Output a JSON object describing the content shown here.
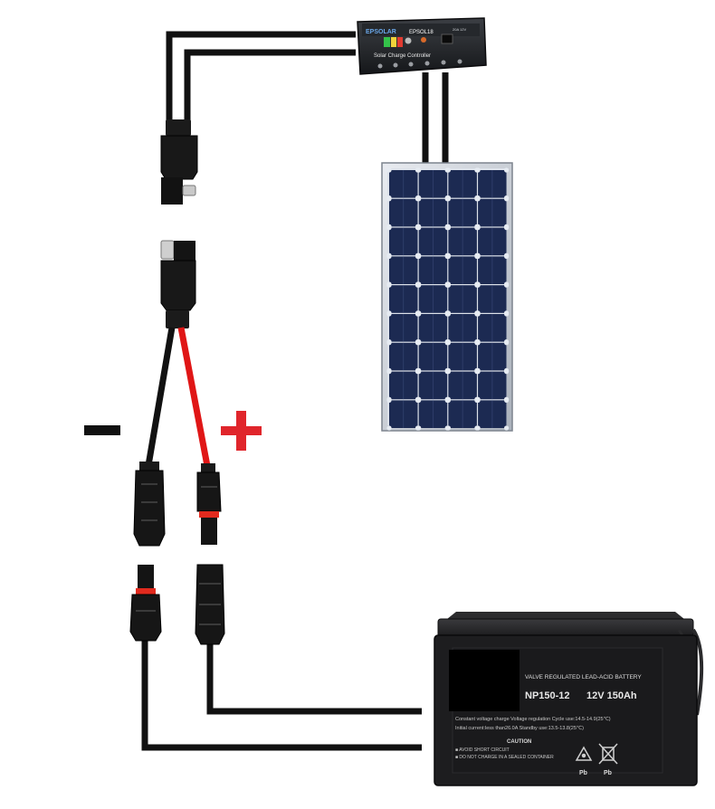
{
  "controller": {
    "brand": "EPSOLAR",
    "model": "EPSOL18",
    "rating": "20A 12V",
    "caption": "Solar Charge Controller"
  },
  "polarity": {
    "negative": "–",
    "positive": "+"
  },
  "battery": {
    "header": "VALVE REGULATED LEAD-ACID BATTERY",
    "model": "NP150-12",
    "rating": "12V 150Ah",
    "charge_line": "Constant voltage charge Voltage regulation  Cycle use:14.5-14.9(25℃)",
    "current_line": "Initial current:less than26.0A     Standby use:13.5-13.8(25℃)",
    "caution": "CAUTION",
    "warning_1": "■ AVOID SHORT CIRCUIT",
    "warning_2": "■ DO NOT CHARGE  IN A SEALED CONTAINER",
    "pb_1": "Pb",
    "pb_2": "Pb"
  },
  "colors": {
    "wire_black": "#111111",
    "wire_red": "#e01616",
    "plus_sign": "#e0252b",
    "panel_cell": "#1c2a52",
    "battery_body": "#1d1d1f"
  }
}
